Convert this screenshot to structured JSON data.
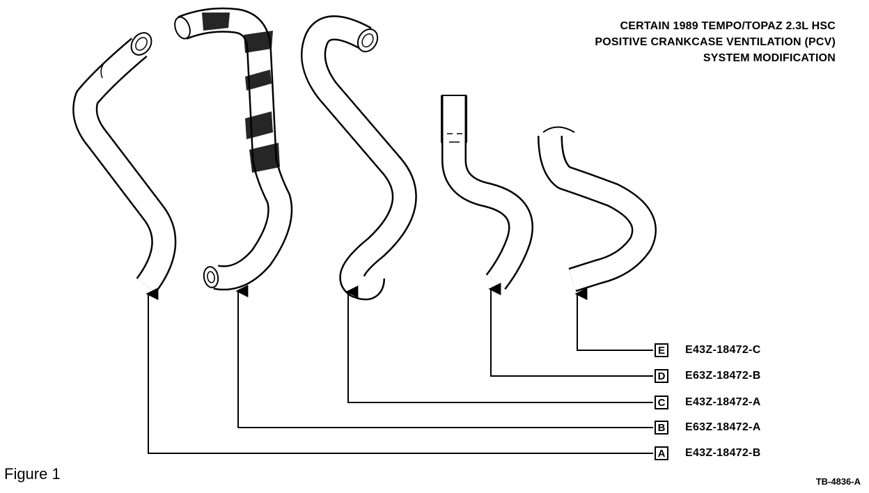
{
  "title": {
    "line1": "CERTAIN 1989 TEMPO/TOPAZ 2.3L HSC",
    "line2": "POSITIVE CRANKCASE VENTILATION (PCV)",
    "line3": "SYSTEM MODIFICATION"
  },
  "legend": [
    {
      "letter": "E",
      "part_number": "E43Z-18472-C"
    },
    {
      "letter": "D",
      "part_number": "E63Z-18472-B"
    },
    {
      "letter": "C",
      "part_number": "E43Z-18472-A"
    },
    {
      "letter": "B",
      "part_number": "E63Z-18472-A"
    },
    {
      "letter": "A",
      "part_number": "E43Z-18472-B"
    }
  ],
  "figure_label": "Figure 1",
  "drawing_code": "TB-4836-A",
  "colors": {
    "line": "#000000",
    "background": "#ffffff"
  }
}
